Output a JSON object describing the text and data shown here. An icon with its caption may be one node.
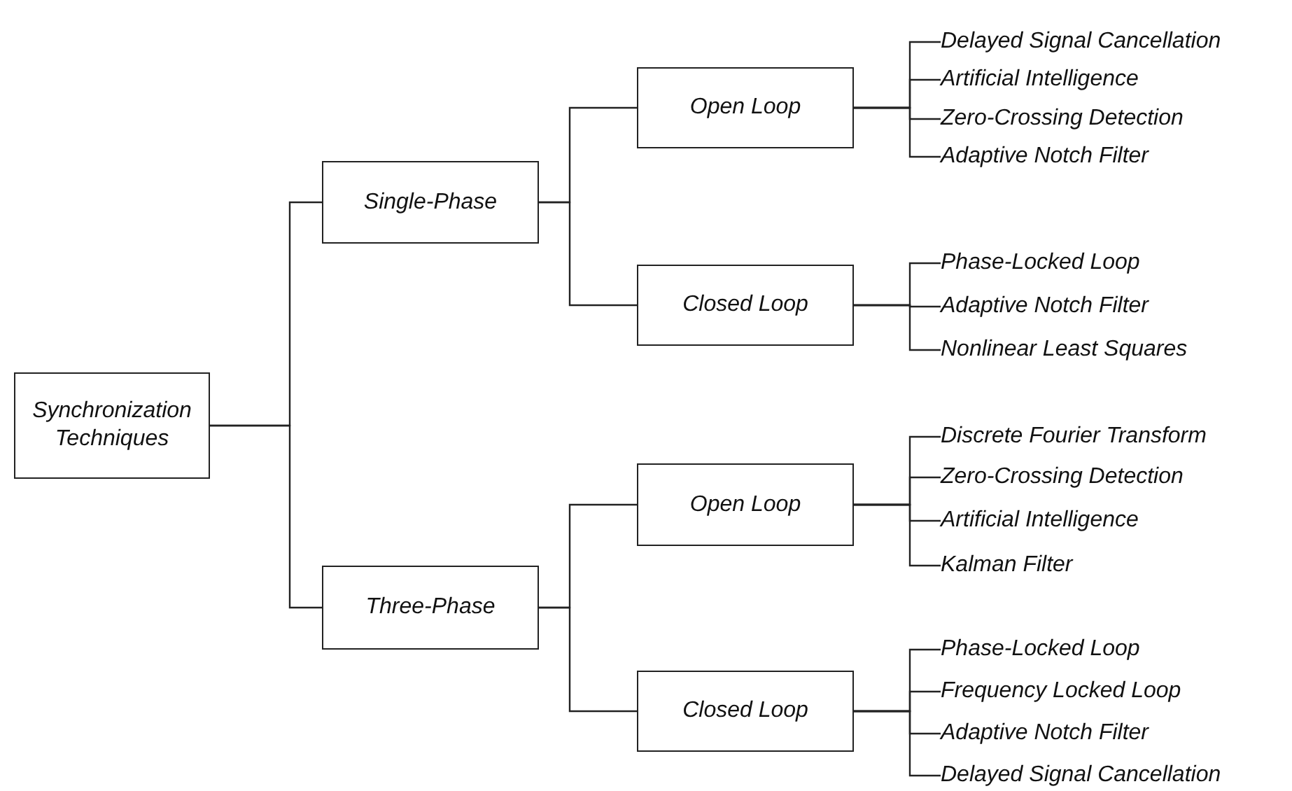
{
  "diagram": {
    "nodes": [
      {
        "text": [
          "Synchronization Techniques"
        ]
      },
      {
        "text": [
          "Single-Phase"
        ]
      },
      {
        "text": [
          "Open Loop"
        ]
      },
      {
        "text": [
          "Delayed Signal Cancellation"
        ]
      },
      {
        "text": [
          "Artificial Intelligence"
        ]
      },
      {
        "text": [
          "Zero-Crossing Detection"
        ]
      },
      {
        "text": [
          "Adaptive Notch Filter"
        ]
      },
      {
        "text": [
          "Closed Loop"
        ]
      },
      {
        "text": [
          "Phase-Locked Loop"
        ]
      },
      {
        "text": [
          "Adaptive Notch Filter"
        ]
      },
      {
        "text": [
          "Nonlinear Least Squares"
        ]
      },
      {
        "text": [
          "Three-Phase"
        ]
      },
      {
        "text": [
          "Open Loop"
        ]
      },
      {
        "text": [
          "Discrete Fourier Transform"
        ]
      },
      {
        "text": [
          "Zero-Crossing Detection"
        ]
      },
      {
        "text": [
          "Artificial Intelligence"
        ]
      },
      {
        "text": [
          "Kalman Filter"
        ]
      },
      {
        "text": [
          "Closed Loop"
        ]
      },
      {
        "text": [
          "Phase-Locked Loop"
        ]
      },
      {
        "text": [
          "Frequency Locked Loop"
        ]
      },
      {
        "text": [
          "Adaptive Notch Filter"
        ]
      },
      {
        "text": [
          "Delayed Signal Cancellation"
        ]
      }
    ],
    "edges": [
      {
        "from": 0,
        "to": 1,
        "arrow": "none"
      },
      {
        "from": 0,
        "to": 11,
        "arrow": "none"
      },
      {
        "from": 1,
        "to": 2,
        "arrow": "none"
      },
      {
        "from": 1,
        "to": 7,
        "arrow": "none"
      },
      {
        "from": 2,
        "to": 3,
        "arrow": "none"
      },
      {
        "from": 2,
        "to": 4,
        "arrow": "none"
      },
      {
        "from": 2,
        "to": 5,
        "arrow": "none"
      },
      {
        "from": 2,
        "to": 6,
        "arrow": "none"
      },
      {
        "from": 7,
        "to": 8,
        "arrow": "none"
      },
      {
        "from": 7,
        "to": 9,
        "arrow": "none"
      },
      {
        "from": 7,
        "to": 10,
        "arrow": "none"
      },
      {
        "from": 11,
        "to": 12,
        "arrow": "none"
      },
      {
        "from": 11,
        "to": 17,
        "arrow": "none"
      },
      {
        "from": 12,
        "to": 13,
        "arrow": "none"
      },
      {
        "from": 12,
        "to": 14,
        "arrow": "none"
      },
      {
        "from": 12,
        "to": 15,
        "arrow": "none"
      },
      {
        "from": 12,
        "to": 16,
        "arrow": "none"
      },
      {
        "from": 17,
        "to": 18,
        "arrow": "none"
      },
      {
        "from": 17,
        "to": 19,
        "arrow": "none"
      },
      {
        "from": 17,
        "to": 20,
        "arrow": "none"
      },
      {
        "from": 17,
        "to": 21,
        "arrow": "none"
      }
    ]
  }
}
